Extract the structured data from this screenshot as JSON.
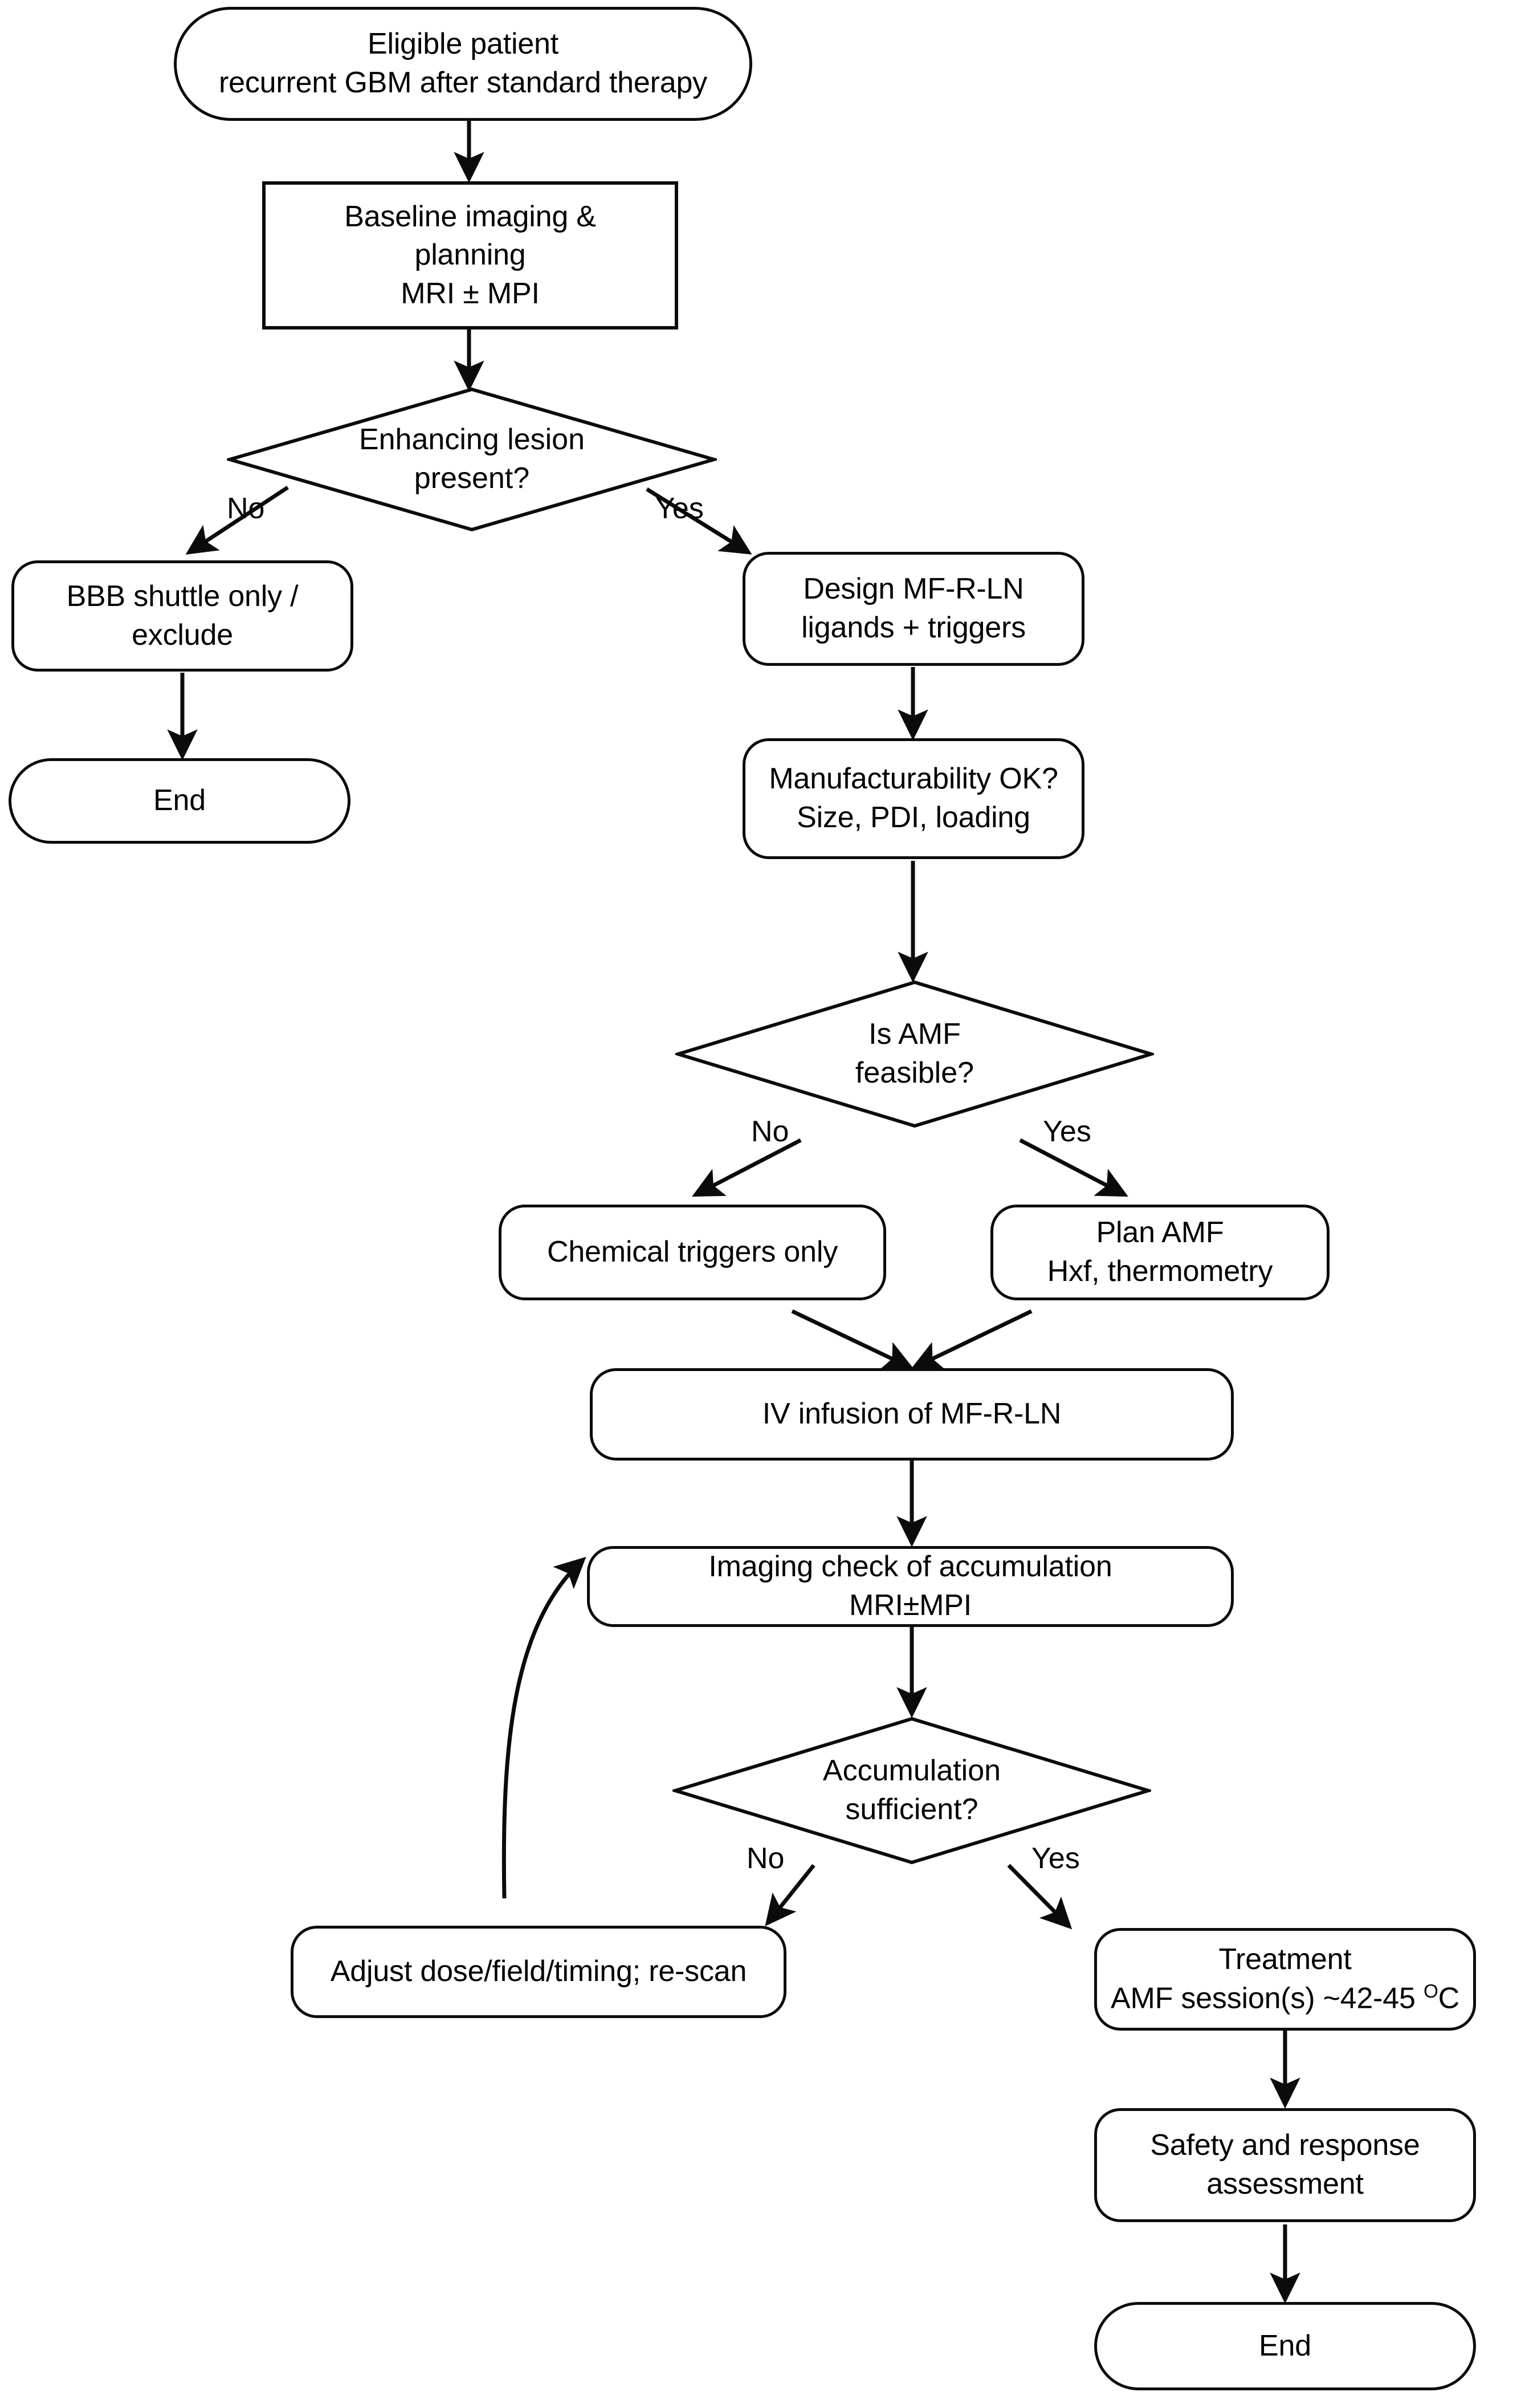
{
  "diagram": {
    "title": "Clinical decision workflow for MF-R-LN nanoparticle therapy in recurrent GBM",
    "type": "flowchart",
    "orientation": "top-to-bottom",
    "colors": {
      "stroke": "#0b0b0b",
      "fill": "#ffffff",
      "text": "#000000"
    },
    "nodes": [
      {
        "id": "start",
        "shape": "stadium",
        "text": "Eligible patient\nrecurrent GBM after standard therapy"
      },
      {
        "id": "baseline",
        "shape": "rect",
        "text": "Baseline imaging &\nplanning\nMRI ± MPI"
      },
      {
        "id": "enhancing",
        "shape": "diamond",
        "text": "Enhancing lesion\npresent?"
      },
      {
        "id": "bbb",
        "shape": "round",
        "text": "BBB shuttle only /\nexclude"
      },
      {
        "id": "end_left",
        "shape": "stadium",
        "text": "End"
      },
      {
        "id": "design",
        "shape": "round",
        "text": "Design MF-R-LN\nligands + triggers"
      },
      {
        "id": "manufacture",
        "shape": "round",
        "text": "Manufacturability OK?\nSize, PDI, loading"
      },
      {
        "id": "amf_feasible",
        "shape": "diamond",
        "text": "Is AMF\nfeasible?"
      },
      {
        "id": "chemical",
        "shape": "round",
        "text": "Chemical triggers only"
      },
      {
        "id": "plan_amf",
        "shape": "round",
        "text": "Plan AMF\nHxf, thermometry"
      },
      {
        "id": "iv_infusion",
        "shape": "round",
        "text": "IV infusion of MF-R-LN"
      },
      {
        "id": "imaging",
        "shape": "round",
        "text": "Imaging check of accumulation\nMRI±MPI"
      },
      {
        "id": "accumulation",
        "shape": "diamond",
        "text": "Accumulation\nsufficient?"
      },
      {
        "id": "adjust",
        "shape": "round",
        "text": "Adjust dose/field/timing; re-scan"
      },
      {
        "id": "treatment",
        "shape": "round",
        "text": "Treatment\nAMF session(s) ~42-45 °C",
        "text_parts": [
          "Treatment",
          "AMF session(s) ~42-45 ",
          "O",
          "C"
        ]
      },
      {
        "id": "safety",
        "shape": "round",
        "text": "Safety and response\nassessment"
      },
      {
        "id": "end_right",
        "shape": "stadium",
        "text": "End"
      }
    ],
    "edges": [
      {
        "from": "start",
        "to": "baseline",
        "label": ""
      },
      {
        "from": "baseline",
        "to": "enhancing",
        "label": ""
      },
      {
        "from": "enhancing",
        "to": "bbb",
        "label": "No"
      },
      {
        "from": "enhancing",
        "to": "design",
        "label": "Yes"
      },
      {
        "from": "bbb",
        "to": "end_left",
        "label": ""
      },
      {
        "from": "design",
        "to": "manufacture",
        "label": ""
      },
      {
        "from": "manufacture",
        "to": "amf_feasible",
        "label": ""
      },
      {
        "from": "amf_feasible",
        "to": "chemical",
        "label": "No"
      },
      {
        "from": "amf_feasible",
        "to": "plan_amf",
        "label": "Yes"
      },
      {
        "from": "chemical",
        "to": "iv_infusion",
        "label": ""
      },
      {
        "from": "plan_amf",
        "to": "iv_infusion",
        "label": ""
      },
      {
        "from": "iv_infusion",
        "to": "imaging",
        "label": ""
      },
      {
        "from": "imaging",
        "to": "accumulation",
        "label": ""
      },
      {
        "from": "accumulation",
        "to": "adjust",
        "label": "No"
      },
      {
        "from": "accumulation",
        "to": "treatment",
        "label": "Yes"
      },
      {
        "from": "adjust",
        "to": "imaging",
        "label": "",
        "style": "curved-feedback"
      },
      {
        "from": "treatment",
        "to": "safety",
        "label": ""
      },
      {
        "from": "safety",
        "to": "end_right",
        "label": ""
      }
    ],
    "edge_labels": {
      "enhancing_no": "No",
      "enhancing_yes": "Yes",
      "amf_no": "No",
      "amf_yes": "Yes",
      "accum_no": "No",
      "accum_yes": "Yes"
    }
  }
}
